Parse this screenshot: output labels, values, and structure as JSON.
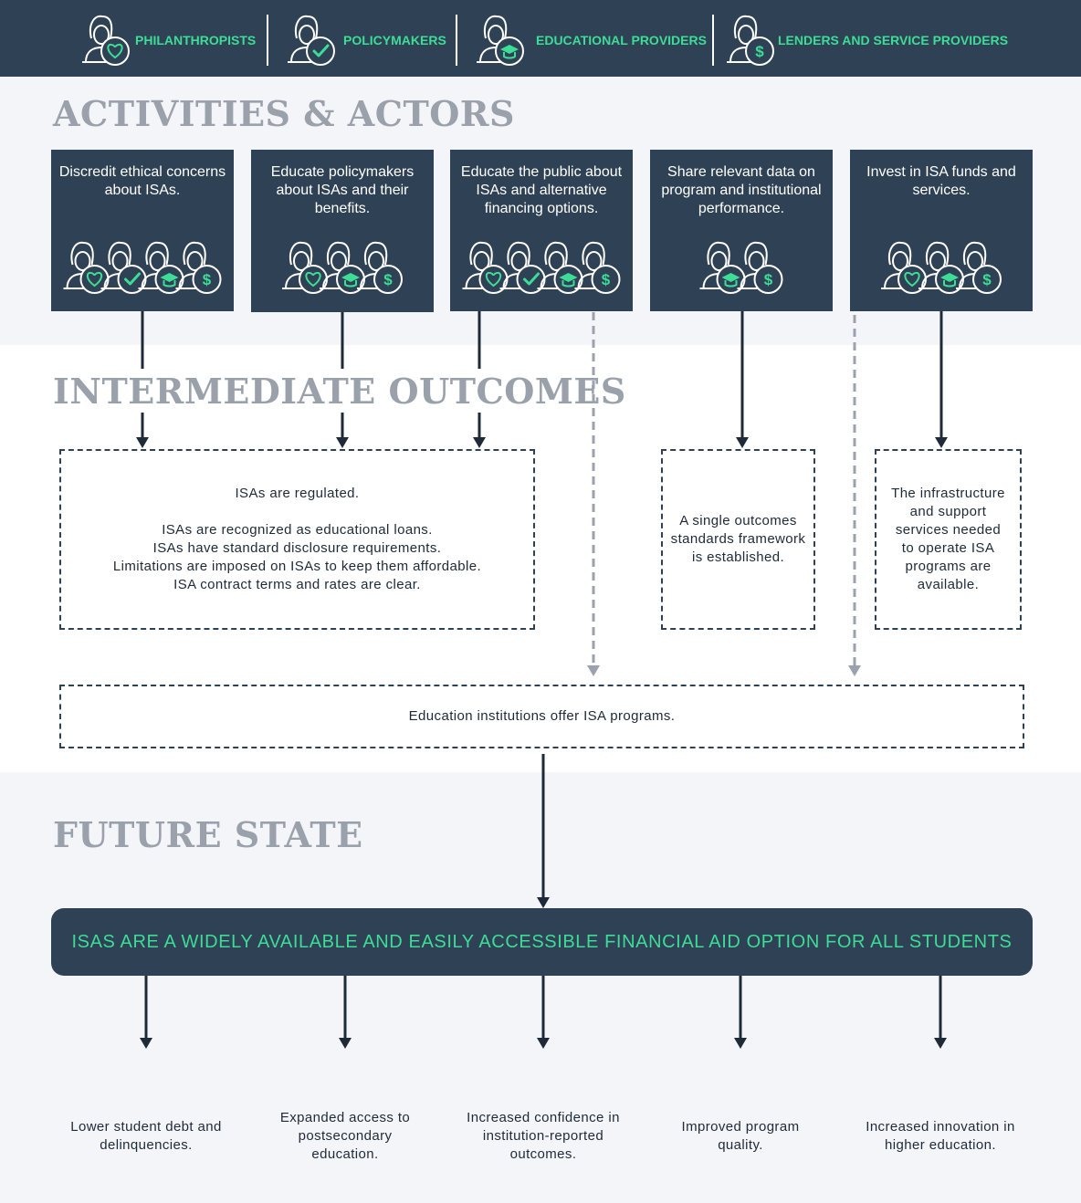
{
  "legend": [
    {
      "label": "PHILANTHROPISTS",
      "icon": "heart-icon"
    },
    {
      "label": "POLICYMAKERS",
      "icon": "check-icon"
    },
    {
      "label": "EDUCATIONAL PROVIDERS",
      "icon": "graduation-cap-icon"
    },
    {
      "label": "LENDERS AND SERVICE PROVIDERS",
      "icon": "dollar-icon"
    }
  ],
  "sections": {
    "activities": "ACTIVITIES & ACTORS",
    "intermediate": "INTERMEDIATE OUTCOMES",
    "future": "FUTURE STATE"
  },
  "activities": [
    {
      "text": "Discredit ethical concerns about ISAs.",
      "actors": [
        "heart",
        "check",
        "cap",
        "dollar"
      ]
    },
    {
      "text": "Educate policymakers about ISAs and their benefits.",
      "actors": [
        "heart",
        "cap",
        "dollar"
      ]
    },
    {
      "text": "Educate the public about ISAs and alternative financing options.",
      "actors": [
        "heart",
        "check",
        "cap",
        "dollar"
      ]
    },
    {
      "text": "Share relevant data on program and institutional performance.",
      "actors": [
        "cap",
        "dollar"
      ]
    },
    {
      "text": "Invest in ISA funds and services.",
      "actors": [
        "heart",
        "cap",
        "dollar"
      ]
    }
  ],
  "intermediate": {
    "regulated": {
      "heading": "ISAs are regulated.",
      "items": [
        "ISAs are recognized as educational loans.",
        "ISAs have standard disclosure requirements.",
        "Limitations are imposed on ISAs to keep them affordable.",
        "ISA contract terms and rates are clear."
      ]
    },
    "standards": "A single outcomes standards framework is established.",
    "infrastructure": "The infrastructure and support services needed to operate ISA programs are available.",
    "institutions": "Education institutions offer ISA programs."
  },
  "future": {
    "goal": "ISAS ARE A WIDELY AVAILABLE AND EASILY ACCESSIBLE FINANCIAL AID OPTION FOR ALL STUDENTS",
    "results": [
      "Lower student debt and delinquencies.",
      "Expanded access to postsecondary education.",
      "Increased confidence in institution-reported outcomes.",
      "Improved program quality.",
      "Increased innovation in higher education."
    ]
  },
  "colors": {
    "navy": "#2f4154",
    "accent": "#3ddc97",
    "title_gray": "#9aa1ab",
    "band_light": "#f4f5f9",
    "dashed_gray": "#9ba2ad"
  }
}
